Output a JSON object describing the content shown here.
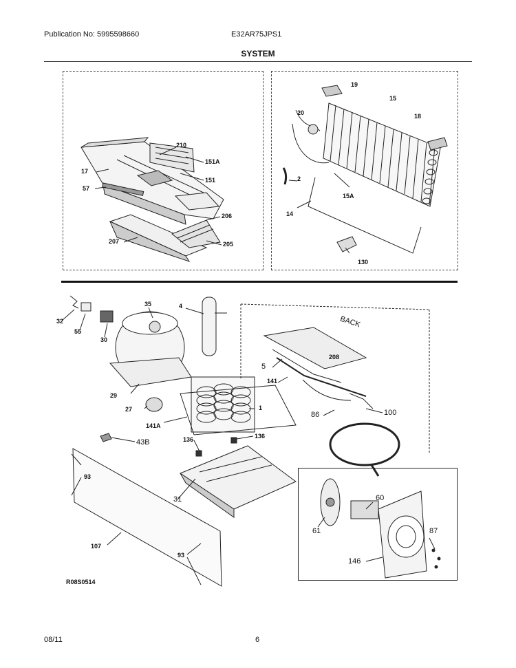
{
  "header": {
    "publication": "Publication No: 5995598660",
    "model": "E32AR75JPS1",
    "section": "SYSTEM"
  },
  "labels": {
    "p210": "210",
    "p151A": "151A",
    "p17": "17",
    "p151": "151",
    "p57": "57",
    "p206": "206",
    "p207": "207",
    "p205": "205",
    "p19": "19",
    "p15": "15",
    "p20": "20",
    "p18": "18",
    "p2": "2",
    "p15A": "15A",
    "p14": "14",
    "p130": "130",
    "p35": "35",
    "p4": "4",
    "p32": "32",
    "p55": "55",
    "p30": "30",
    "back": "BACK",
    "p5": "5",
    "p208": "208",
    "p141": "141",
    "p29": "29",
    "p1": "1",
    "p27": "27",
    "p86": "86",
    "p100": "100",
    "p141A": "141A",
    "p43B": "43B",
    "p136a": "136",
    "p136b": "136",
    "p93a": "93",
    "p31": "31",
    "p60": "60",
    "p61": "61",
    "p87": "87",
    "p107": "107",
    "p146": "146",
    "p93b": "93"
  },
  "reference": "R08S0514",
  "footer": {
    "date": "08/11",
    "page": "6"
  }
}
